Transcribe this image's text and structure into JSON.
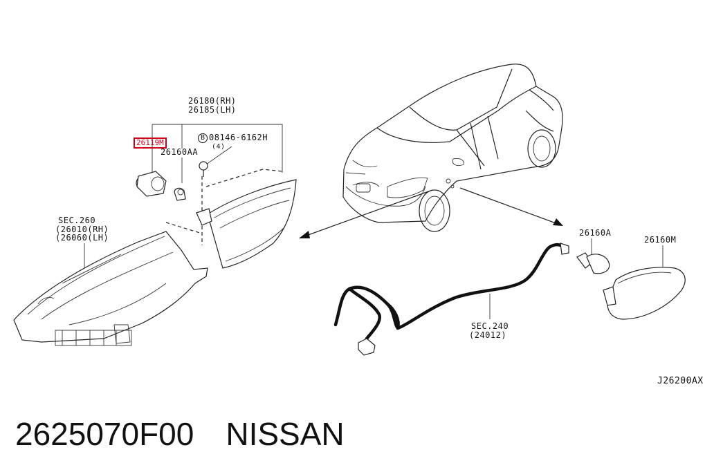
{
  "labels": {
    "headlamp_section": "SEC.260",
    "headlamp_rh": "(26010(RH)",
    "headlamp_lh": "(26060(LH)",
    "lamp_rh": "26180(RH)",
    "lamp_lh": "26185(LH)",
    "socket_part": "26119M",
    "bulb_part": "26160AA",
    "bolt_part": "08146-6162H",
    "bolt_symbol": "B",
    "bolt_qty": "(4)",
    "side_bulb": "26160A",
    "side_lamp": "26160M",
    "harness_section": "SEC.240",
    "harness_part": "(24012)",
    "diagram_code": "J26200AX"
  },
  "caption": {
    "part_number": "2625070F00",
    "brand": "NISSAN"
  },
  "colors": {
    "highlight": "#d0021b",
    "ink": "#111111"
  }
}
